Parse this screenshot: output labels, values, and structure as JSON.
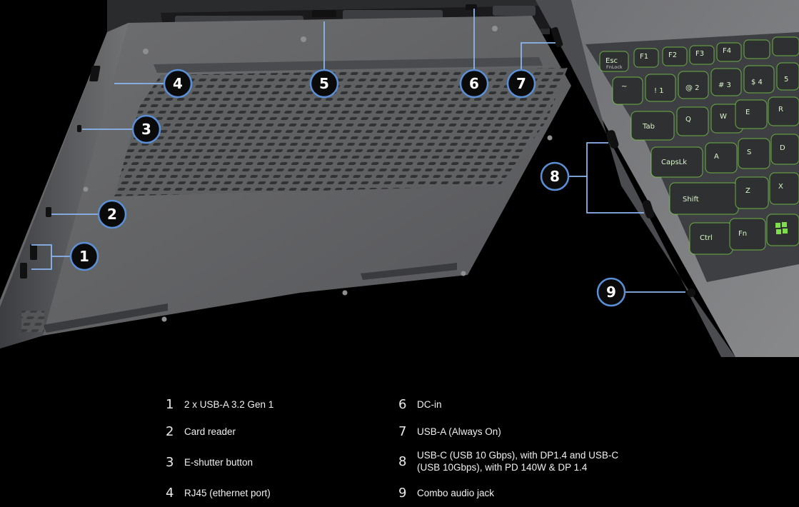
{
  "callouts": [
    {
      "num": "1"
    },
    {
      "num": "2"
    },
    {
      "num": "3"
    },
    {
      "num": "4"
    },
    {
      "num": "5"
    },
    {
      "num": "6"
    },
    {
      "num": "7"
    },
    {
      "num": "8"
    },
    {
      "num": "9"
    }
  ],
  "keys": {
    "esc": "Esc",
    "fnlock": "FnLock",
    "f1": "F1",
    "f2": "F2",
    "f3": "F3",
    "f4": "F4",
    "tilde": "~",
    "one": "!\n1",
    "two": "@\n2",
    "three": "#\n3",
    "four": "$\n4",
    "five": "5",
    "tab": "Tab",
    "q": "Q",
    "w": "W",
    "e": "E",
    "r": "R",
    "caps": "CapsLk",
    "a": "A",
    "s": "S",
    "d": "D",
    "shift": "Shift",
    "z": "Z",
    "x": "X",
    "ctrl": "Ctrl",
    "fn": "Fn"
  },
  "legend": [
    {
      "num": "1",
      "text": "2 x USB-A 3.2 Gen 1"
    },
    {
      "num": "2",
      "text": "Card reader"
    },
    {
      "num": "3",
      "text": "E-shutter button"
    },
    {
      "num": "4",
      "text": "RJ45 (ethernet port)"
    },
    {
      "num": "6",
      "text": "DC-in"
    },
    {
      "num": "7",
      "text": "USB-A (Always On)"
    },
    {
      "num": "8",
      "text": "USB-C (USB 10 Gbps), with DP1.4 and USB-C\n(USB 10Gbps), with PD 140W & DP 1.4"
    },
    {
      "num": "9",
      "text": "Combo audio jack"
    }
  ],
  "colors": {
    "background": "#000000",
    "chassis": "#5d5e60",
    "callout_ring": "#5b8fd6",
    "callout_line": "#8ab4f0",
    "key_glow": "#7fdc4a"
  }
}
